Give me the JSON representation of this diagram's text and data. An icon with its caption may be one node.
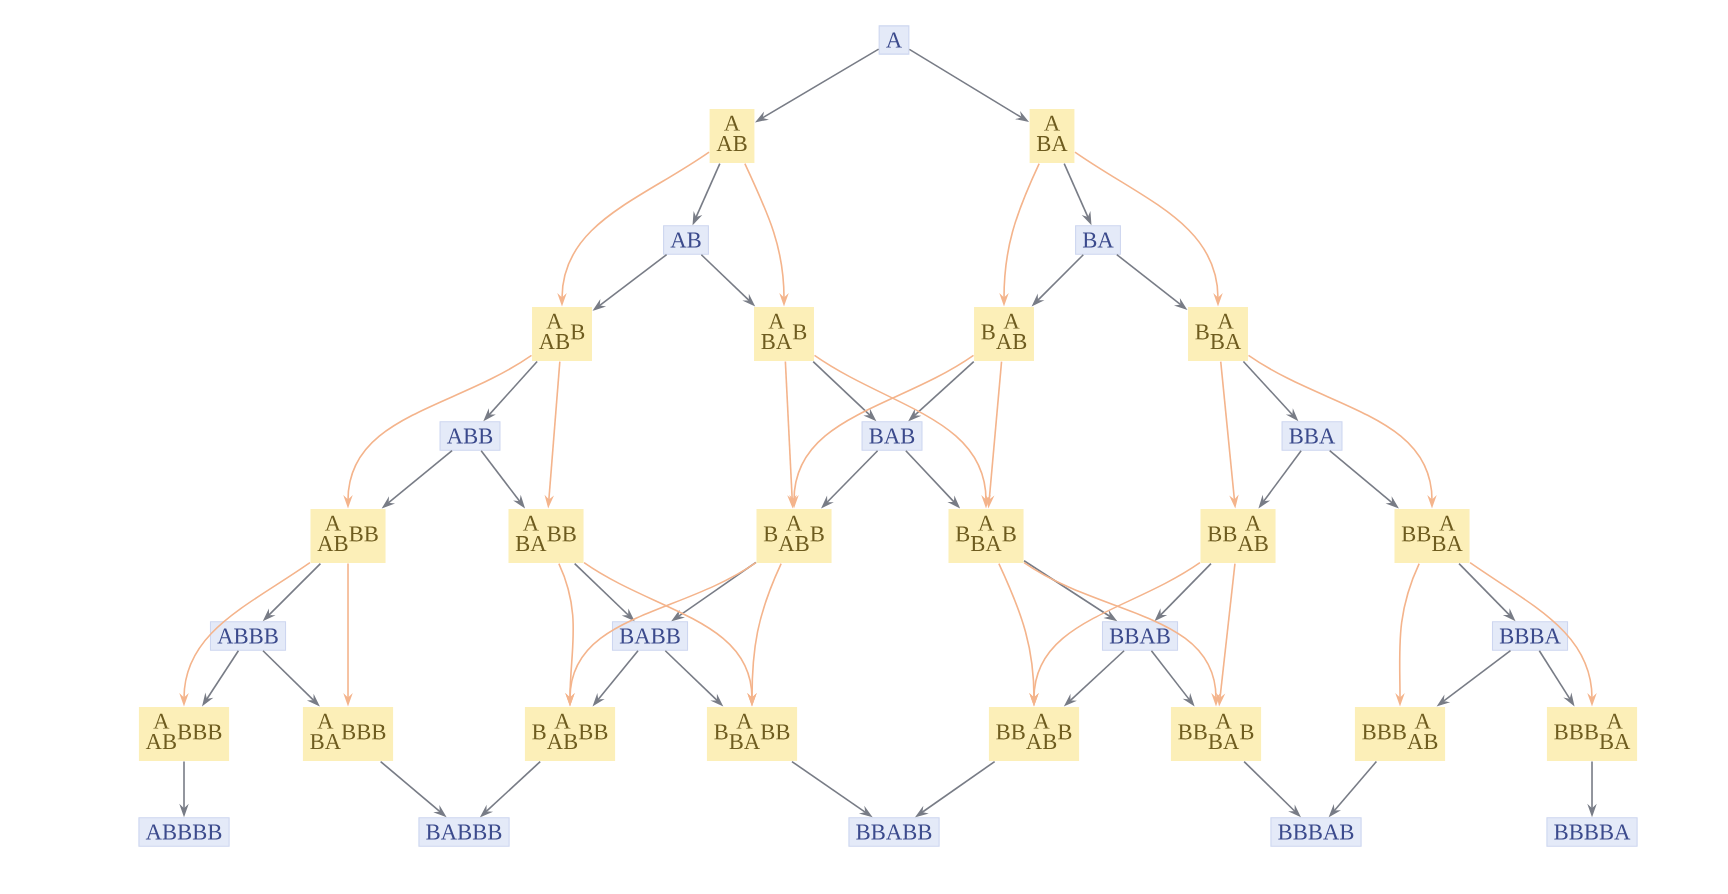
{
  "diagram": {
    "nodes": [
      {
        "text": [
          "A"
        ]
      },
      {
        "text": [
          "A",
          "AB"
        ]
      },
      {
        "text": [
          "A",
          "BA"
        ]
      },
      {
        "text": [
          "AB"
        ]
      },
      {
        "text": [
          "BA"
        ]
      },
      {
        "text": [
          "A",
          "AB",
          "B"
        ]
      },
      {
        "text": [
          "A",
          "BA",
          "B"
        ]
      },
      {
        "text": [
          "B",
          "A",
          "AB"
        ]
      },
      {
        "text": [
          "B",
          "A",
          "BA"
        ]
      },
      {
        "text": [
          "ABB"
        ]
      },
      {
        "text": [
          "BAB"
        ]
      },
      {
        "text": [
          "BBA"
        ]
      },
      {
        "text": [
          "A",
          "AB",
          "BB"
        ]
      },
      {
        "text": [
          "A",
          "BA",
          "BB"
        ]
      },
      {
        "text": [
          "B",
          "A",
          "AB",
          "B"
        ]
      },
      {
        "text": [
          "B",
          "A",
          "BA",
          "B"
        ]
      },
      {
        "text": [
          "BB",
          "A",
          "AB"
        ]
      },
      {
        "text": [
          "BB",
          "A",
          "BA"
        ]
      },
      {
        "text": [
          "ABBB"
        ]
      },
      {
        "text": [
          "BABB"
        ]
      },
      {
        "text": [
          "BBAB"
        ]
      },
      {
        "text": [
          "BBBA"
        ]
      },
      {
        "text": [
          "A",
          "AB",
          "BBB"
        ]
      },
      {
        "text": [
          "A",
          "BA",
          "BBB"
        ]
      },
      {
        "text": [
          "B",
          "A",
          "AB",
          "BB"
        ]
      },
      {
        "text": [
          "B",
          "A",
          "BA",
          "BB"
        ]
      },
      {
        "text": [
          "BB",
          "A",
          "AB",
          "B"
        ]
      },
      {
        "text": [
          "BB",
          "A",
          "BA",
          "B"
        ]
      },
      {
        "text": [
          "BBB",
          "A",
          "AB"
        ]
      },
      {
        "text": [
          "BBB",
          "A",
          "BA"
        ]
      },
      {
        "text": [
          "ABBBB"
        ]
      },
      {
        "text": [
          "BABBB"
        ]
      },
      {
        "text": [
          "BBABB"
        ]
      },
      {
        "text": [
          "BBBAB"
        ]
      },
      {
        "text": [
          "BBBBA"
        ]
      }
    ],
    "edges": [
      {
        "from": 0,
        "to": 1,
        "arrow": "to"
      },
      {
        "from": 0,
        "to": 2,
        "arrow": "to"
      },
      {
        "from": 1,
        "to": 3,
        "arrow": "to"
      },
      {
        "from": 2,
        "to": 4,
        "arrow": "to"
      },
      {
        "from": 3,
        "to": 5,
        "arrow": "to"
      },
      {
        "from": 3,
        "to": 6,
        "arrow": "to"
      },
      {
        "from": 4,
        "to": 7,
        "arrow": "to"
      },
      {
        "from": 4,
        "to": 8,
        "arrow": "to"
      },
      {
        "from": 5,
        "to": 9,
        "arrow": "to"
      },
      {
        "from": 6,
        "to": 10,
        "arrow": "to"
      },
      {
        "from": 7,
        "to": 10,
        "arrow": "to"
      },
      {
        "from": 8,
        "to": 11,
        "arrow": "to"
      },
      {
        "from": 9,
        "to": 12,
        "arrow": "to"
      },
      {
        "from": 9,
        "to": 13,
        "arrow": "to"
      },
      {
        "from": 10,
        "to": 14,
        "arrow": "to"
      },
      {
        "from": 10,
        "to": 15,
        "arrow": "to"
      },
      {
        "from": 11,
        "to": 16,
        "arrow": "to"
      },
      {
        "from": 11,
        "to": 17,
        "arrow": "to"
      },
      {
        "from": 12,
        "to": 18,
        "arrow": "to"
      },
      {
        "from": 13,
        "to": 19,
        "arrow": "to"
      },
      {
        "from": 14,
        "to": 19,
        "arrow": "to"
      },
      {
        "from": 15,
        "to": 20,
        "arrow": "to"
      },
      {
        "from": 16,
        "to": 20,
        "arrow": "to"
      },
      {
        "from": 17,
        "to": 21,
        "arrow": "to"
      },
      {
        "from": 18,
        "to": 22,
        "arrow": "to"
      },
      {
        "from": 18,
        "to": 23,
        "arrow": "to"
      },
      {
        "from": 19,
        "to": 24,
        "arrow": "to"
      },
      {
        "from": 19,
        "to": 25,
        "arrow": "to"
      },
      {
        "from": 20,
        "to": 26,
        "arrow": "to"
      },
      {
        "from": 20,
        "to": 27,
        "arrow": "to"
      },
      {
        "from": 21,
        "to": 28,
        "arrow": "to"
      },
      {
        "from": 21,
        "to": 29,
        "arrow": "to"
      },
      {
        "from": 22,
        "to": 30,
        "arrow": "to"
      },
      {
        "from": 23,
        "to": 31,
        "arrow": "to"
      },
      {
        "from": 24,
        "to": 31,
        "arrow": "to"
      },
      {
        "from": 25,
        "to": 32,
        "arrow": "to"
      },
      {
        "from": 26,
        "to": 32,
        "arrow": "to"
      },
      {
        "from": 27,
        "to": 33,
        "arrow": "to"
      },
      {
        "from": 28,
        "to": 33,
        "arrow": "to"
      },
      {
        "from": 29,
        "to": 34,
        "arrow": "to"
      },
      {
        "from": 1,
        "to": 5,
        "arrow": "to",
        "color": "#f4b48c"
      },
      {
        "from": 1,
        "to": 6,
        "arrow": "to",
        "color": "#f4b48c"
      },
      {
        "from": 2,
        "to": 7,
        "arrow": "to",
        "color": "#f4b48c"
      },
      {
        "from": 2,
        "to": 8,
        "arrow": "to",
        "color": "#f4b48c"
      },
      {
        "from": 5,
        "to": 12,
        "arrow": "to",
        "color": "#f4b48c"
      },
      {
        "from": 5,
        "to": 13,
        "arrow": "to",
        "color": "#f4b48c"
      },
      {
        "from": 6,
        "to": 14,
        "arrow": "to",
        "color": "#f4b48c"
      },
      {
        "from": 6,
        "to": 15,
        "arrow": "to",
        "color": "#f4b48c"
      },
      {
        "from": 7,
        "to": 14,
        "arrow": "to",
        "color": "#f4b48c"
      },
      {
        "from": 7,
        "to": 15,
        "arrow": "to",
        "color": "#f4b48c"
      },
      {
        "from": 8,
        "to": 16,
        "arrow": "to",
        "color": "#f4b48c"
      },
      {
        "from": 8,
        "to": 17,
        "arrow": "to",
        "color": "#f4b48c"
      },
      {
        "from": 12,
        "to": 22,
        "arrow": "to",
        "color": "#f4b48c"
      },
      {
        "from": 12,
        "to": 23,
        "arrow": "to",
        "color": "#f4b48c"
      },
      {
        "from": 13,
        "to": 24,
        "arrow": "to",
        "color": "#f4b48c"
      },
      {
        "from": 13,
        "to": 25,
        "arrow": "to",
        "color": "#f4b48c"
      },
      {
        "from": 14,
        "to": 24,
        "arrow": "to",
        "color": "#f4b48c"
      },
      {
        "from": 14,
        "to": 25,
        "arrow": "to",
        "color": "#f4b48c"
      },
      {
        "from": 15,
        "to": 26,
        "arrow": "to",
        "color": "#f4b48c"
      },
      {
        "from": 15,
        "to": 27,
        "arrow": "to",
        "color": "#f4b48c"
      },
      {
        "from": 16,
        "to": 26,
        "arrow": "to",
        "color": "#f4b48c"
      },
      {
        "from": 16,
        "to": 27,
        "arrow": "to",
        "color": "#f4b48c"
      },
      {
        "from": 17,
        "to": 28,
        "arrow": "to",
        "color": "#f4b48c"
      },
      {
        "from": 17,
        "to": 29,
        "arrow": "to",
        "color": "#f4b48c"
      }
    ]
  }
}
